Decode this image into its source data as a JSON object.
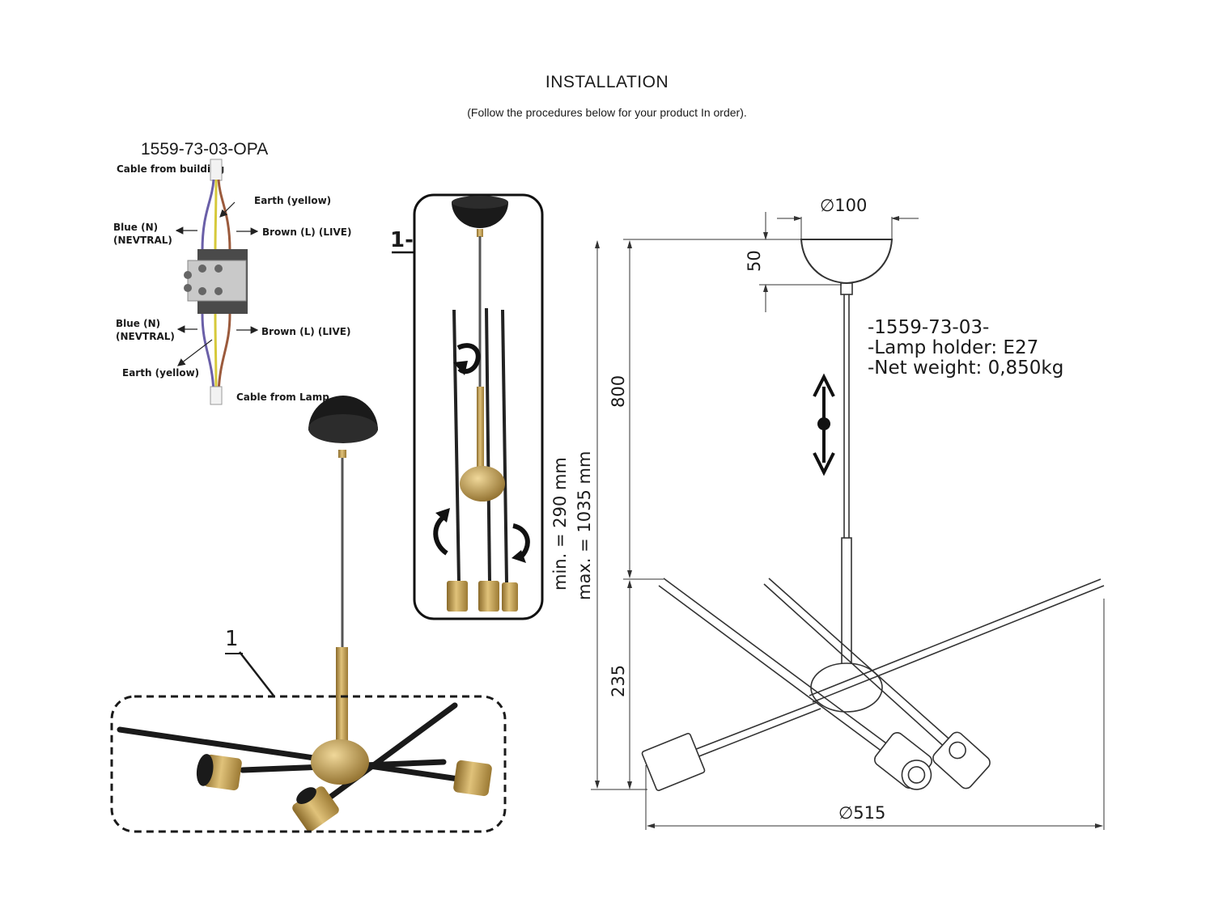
{
  "header": {
    "title": "INSTALLATION",
    "subtitle": "(Follow the procedures below for your product In order)."
  },
  "wiring": {
    "model": "1559-73-03-OPA",
    "cable_from_building": "Cable from building",
    "earth_top": "Earth (yellow)",
    "blue_top_1": "Blue (N)",
    "blue_top_2": "(NEVTRAL)",
    "brown_top": "Brown (L) (LIVE)",
    "blue_bottom_1": "Blue (N)",
    "blue_bottom_2": "(NEVTRAL)",
    "brown_bottom": "Brown (L) (LIVE)",
    "earth_bottom": "Earth (yellow)",
    "cable_from_lamp": "Cable from Lamp",
    "colors": {
      "blue": "#6a5fa8",
      "yellow": "#d6c93a",
      "brown": "#9b5a3c",
      "gold": "#c9a14a"
    }
  },
  "callouts": {
    "step_detail": "1-",
    "step_marker": "1"
  },
  "specs": {
    "line1": "-1559-73-03-",
    "line2": "-Lamp holder: E27",
    "line3": "-Net weight: 0,850kg"
  },
  "dimensions": {
    "canopy_diameter": "∅100",
    "canopy_height": "50",
    "rod_length": "800",
    "body_height": "235",
    "overall_diameter": "∅515",
    "min_length": "min. = 290 mm",
    "max_length": "max. = 1035 mm"
  }
}
